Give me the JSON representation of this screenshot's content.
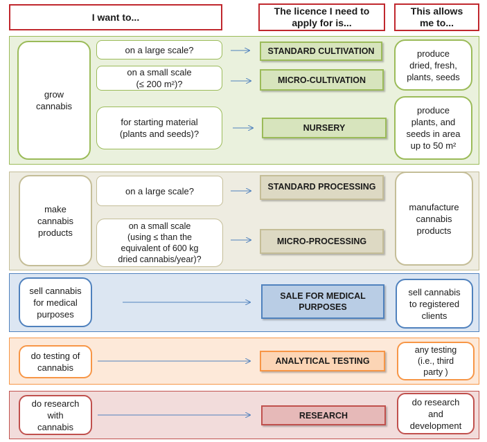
{
  "headers": {
    "want": "I want to...",
    "licence": "The licence I need to\napply for is...",
    "allows": "This allows\nme to..."
  },
  "sections": {
    "cultivation": {
      "activity": "grow\ncannabis",
      "options": [
        "on a large scale?",
        "on a small scale\n(≤ 200 m²)?",
        "for starting material\n(plants and seeds)?"
      ],
      "licences": [
        "STANDARD CULTIVATION",
        "MICRO-CULTIVATION",
        "NURSERY"
      ],
      "allows": [
        "produce\ndried, fresh,\nplants, seeds",
        "produce\nplants, and\nseeds in area\nup to 50 m²"
      ]
    },
    "processing": {
      "activity": "make\ncannabis\nproducts",
      "options": [
        "on a large scale?",
        "on a small scale\n(using ≤ than the\nequivalent of 600 kg\ndried cannabis/year)?"
      ],
      "licences": [
        "STANDARD PROCESSING",
        "MICRO-PROCESSING"
      ],
      "allows": "manufacture\ncannabis\nproducts"
    },
    "sale": {
      "activity": "sell cannabis\nfor medical\npurposes",
      "licence": "SALE FOR MEDICAL\nPURPOSES",
      "allows": "sell cannabis\nto registered\nclients"
    },
    "testing": {
      "activity": "do testing of\ncannabis",
      "licence": "ANALYTICAL TESTING",
      "allows": "any testing\n(i.e., third\nparty )"
    },
    "research": {
      "activity": "do research\nwith\ncannabis",
      "licence": "RESEARCH",
      "allows": "do research\nand\ndevelopment"
    }
  },
  "colors": {
    "header_border": "#c0272d",
    "green_border": "#9bbb59",
    "green_fill": "#eaf1dd",
    "green_licence_fill": "#d7e4bd",
    "tan_border": "#c4bd97",
    "tan_fill": "#eeece1",
    "tan_licence_fill": "#ddd9c3",
    "blue_border": "#4f81bd",
    "blue_fill": "#dce6f2",
    "blue_licence_fill": "#b9cde5",
    "orange_border": "#f79646",
    "orange_fill": "#fde9d9",
    "orange_licence_fill": "#fcd5b5",
    "red_border": "#c0504d",
    "red_fill": "#f2dcdb",
    "red_licence_fill": "#e6b9b8",
    "arrow": "#4f81bd"
  }
}
